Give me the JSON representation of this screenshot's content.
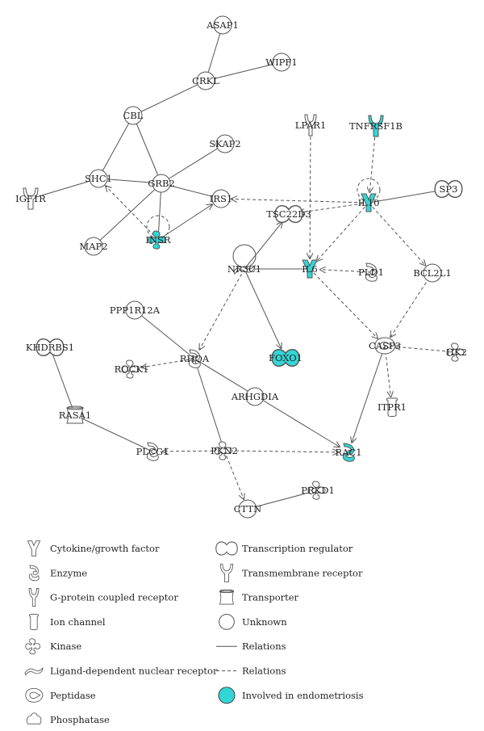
{
  "highlight_color": "#33d6d6",
  "nodes": [
    {
      "id": "ASAP1",
      "label": "ASAP1",
      "shape": "unknown",
      "hl": false
    },
    {
      "id": "WIPF1",
      "label": "WIPF1",
      "shape": "unknown",
      "hl": false
    },
    {
      "id": "CRKL",
      "label": "CRKL",
      "shape": "unknown",
      "hl": false
    },
    {
      "id": "CBL",
      "label": "CBL",
      "shape": "unknown",
      "hl": false
    },
    {
      "id": "SKAP2",
      "label": "SKAP2",
      "shape": "unknown",
      "hl": false
    },
    {
      "id": "LPAR1",
      "label": "LPAR1",
      "shape": "gpcr",
      "hl": false
    },
    {
      "id": "TNFRSF1B",
      "label": "TNFRSF1B",
      "shape": "transmembrane",
      "hl": true
    },
    {
      "id": "SHC1",
      "label": "SHC1",
      "shape": "unknown",
      "hl": false
    },
    {
      "id": "GRB2",
      "label": "GRB2",
      "shape": "unknown",
      "hl": false
    },
    {
      "id": "IGF1R",
      "label": "IGF1R",
      "shape": "transmembrane",
      "hl": false
    },
    {
      "id": "IRS1",
      "label": "IRS1",
      "shape": "unknown",
      "hl": false
    },
    {
      "id": "TSC22D3",
      "label": "TSC22D3",
      "shape": "transcription",
      "hl": false
    },
    {
      "id": "IL10",
      "label": "IL10",
      "shape": "cytokine",
      "hl": true
    },
    {
      "id": "SP3",
      "label": "SP3",
      "shape": "transcription",
      "hl": false
    },
    {
      "id": "MAP2",
      "label": "MAP2",
      "shape": "unknown",
      "hl": false
    },
    {
      "id": "INSR",
      "label": "INSR",
      "shape": "kinase",
      "hl": true
    },
    {
      "id": "NR3C1",
      "label": "NR3C1",
      "shape": "nuclear",
      "hl": false
    },
    {
      "id": "IL6",
      "label": "IL6",
      "shape": "cytokine",
      "hl": true
    },
    {
      "id": "PLD1",
      "label": "PLD1",
      "shape": "enzyme",
      "hl": false
    },
    {
      "id": "BCL2L1",
      "label": "BCL2L1",
      "shape": "unknown",
      "hl": false
    },
    {
      "id": "PPP1R12A",
      "label": "PPP1R12A",
      "shape": "unknown",
      "hl": false
    },
    {
      "id": "KHDRBS1",
      "label": "KHDRBS1",
      "shape": "transcription",
      "hl": false
    },
    {
      "id": "ROCK1",
      "label": "ROCK1",
      "shape": "kinase",
      "hl": false
    },
    {
      "id": "RHOA",
      "label": "RHOA",
      "shape": "enzyme",
      "hl": false
    },
    {
      "id": "FOXO1",
      "label": "FOXO1",
      "shape": "transcription",
      "hl": true
    },
    {
      "id": "CASP3",
      "label": "CASP3",
      "shape": "peptidase",
      "hl": false
    },
    {
      "id": "HK2",
      "label": "HK2",
      "shape": "kinase",
      "hl": false
    },
    {
      "id": "ARHGDIA",
      "label": "ARHGDIA",
      "shape": "unknown",
      "hl": false
    },
    {
      "id": "ITPR1",
      "label": "ITPR1",
      "shape": "ion",
      "hl": false
    },
    {
      "id": "RASA1",
      "label": "RASA1",
      "shape": "transporter",
      "hl": false
    },
    {
      "id": "PLCG1",
      "label": "PLCG1",
      "shape": "enzyme",
      "hl": false
    },
    {
      "id": "PKN2",
      "label": "PKN2",
      "shape": "kinase",
      "hl": false
    },
    {
      "id": "RAC1",
      "label": "RAC1",
      "shape": "enzyme",
      "hl": true
    },
    {
      "id": "PRKD1",
      "label": "PRKD1",
      "shape": "kinase",
      "hl": false
    },
    {
      "id": "CTTN",
      "label": "CTTN",
      "shape": "unknown",
      "hl": false
    }
  ],
  "edges": [
    {
      "from": "ASAP1",
      "to": "CRKL",
      "type": "solid",
      "arrow": false
    },
    {
      "from": "WIPF1",
      "to": "CRKL",
      "type": "solid",
      "arrow": false
    },
    {
      "from": "CRKL",
      "to": "CBL",
      "type": "solid",
      "arrow": false
    },
    {
      "from": "CBL",
      "to": "SHC1",
      "type": "solid",
      "arrow": false
    },
    {
      "from": "CBL",
      "to": "GRB2",
      "type": "solid",
      "arrow": false
    },
    {
      "from": "SKAP2",
      "to": "GRB2",
      "type": "solid",
      "arrow": false
    },
    {
      "from": "SHC1",
      "to": "GRB2",
      "type": "solid",
      "arrow": false
    },
    {
      "from": "IGF1R",
      "to": "SHC1",
      "type": "solid",
      "arrow": false
    },
    {
      "from": "GRB2",
      "to": "IRS1",
      "type": "solid",
      "arrow": false
    },
    {
      "from": "GRB2",
      "to": "MAP2",
      "type": "solid",
      "arrow": false
    },
    {
      "from": "GRB2",
      "to": "INSR",
      "type": "solid",
      "arrow": false
    },
    {
      "from": "INSR",
      "to": "SHC1",
      "type": "dashed",
      "arrow": true
    },
    {
      "from": "INSR",
      "to": "IRS1",
      "type": "solid",
      "arrow": true
    },
    {
      "from": "NR3C1",
      "to": "TSC22D3",
      "type": "solid",
      "arrow": true
    },
    {
      "from": "NR3C1",
      "to": "IL6",
      "type": "solid",
      "arrow": false
    },
    {
      "from": "NR3C1",
      "to": "FOXO1",
      "type": "solid",
      "arrow": true
    },
    {
      "from": "NR3C1",
      "to": "RHOA",
      "type": "dashed",
      "arrow": true
    },
    {
      "from": "LPAR1",
      "to": "IL6",
      "type": "dashed",
      "arrow": true
    },
    {
      "from": "TNFRSF1B",
      "to": "IL10",
      "type": "dashed",
      "arrow": true
    },
    {
      "from": "IL10",
      "to": "TSC22D3",
      "type": "dashed",
      "arrow": true
    },
    {
      "from": "IL10",
      "to": "IRS1",
      "type": "dashed",
      "arrow": true
    },
    {
      "from": "IL10",
      "to": "IL6",
      "type": "dashed",
      "arrow": true
    },
    {
      "from": "IL10",
      "to": "BCL2L1",
      "type": "dashed",
      "arrow": true
    },
    {
      "from": "SP3",
      "to": "IL10",
      "type": "solid",
      "arrow": false
    },
    {
      "from": "PLD1",
      "to": "IL6",
      "type": "dashed",
      "arrow": true
    },
    {
      "from": "IL6",
      "to": "CASP3",
      "type": "dashed",
      "arrow": true
    },
    {
      "from": "BCL2L1",
      "to": "CASP3",
      "type": "dashed",
      "arrow": true
    },
    {
      "from": "HK2",
      "to": "CASP3",
      "type": "dashed",
      "arrow": true
    },
    {
      "from": "CASP3",
      "to": "ITPR1",
      "type": "dashed",
      "arrow": true
    },
    {
      "from": "CASP3",
      "to": "RAC1",
      "type": "solid",
      "arrow": true
    },
    {
      "from": "PPP1R12A",
      "to": "RHOA",
      "type": "solid",
      "arrow": false
    },
    {
      "from": "RHOA",
      "to": "ROCK1",
      "type": "dashed",
      "arrow": true
    },
    {
      "from": "RHOA",
      "to": "PKN2",
      "type": "solid",
      "arrow": false
    },
    {
      "from": "RHOA",
      "to": "RAC1",
      "type": "solid",
      "arrow": true
    },
    {
      "from": "KHDRBS1",
      "to": "RASA1",
      "type": "solid",
      "arrow": false
    },
    {
      "from": "RASA1",
      "to": "PLCG1",
      "type": "solid",
      "arrow": false
    },
    {
      "from": "PKN2",
      "to": "PLCG1",
      "type": "dashed",
      "arrow": true
    },
    {
      "from": "PKN2",
      "to": "RAC1",
      "type": "dashed",
      "arrow": true
    },
    {
      "from": "PKN2",
      "to": "CTTN",
      "type": "dashed",
      "arrow": true
    },
    {
      "from": "PRKD1",
      "to": "CTTN",
      "type": "solid",
      "arrow": false
    }
  ],
  "self_loops": [
    "INSR",
    "IL10",
    "NR3C1"
  ],
  "legend": [
    {
      "label": "Cytokine/growth factor",
      "shape": "cytokine"
    },
    {
      "label": "Enzyme",
      "shape": "enzyme"
    },
    {
      "label": "G-protein coupled receptor",
      "shape": "gpcr"
    },
    {
      "label": "Ion channel",
      "shape": "ion"
    },
    {
      "label": "Kinase",
      "shape": "kinase"
    },
    {
      "label": "Ligand-dependent nuclear receptor",
      "shape": "nuclear"
    },
    {
      "label": "Peptidase",
      "shape": "peptidase"
    },
    {
      "label": "Phosphatase",
      "shape": "phosphatase"
    },
    {
      "label": "Transcription regulator",
      "shape": "transcription"
    },
    {
      "label": "Transmembrane receptor",
      "shape": "transmembrane"
    },
    {
      "label": "Transporter",
      "shape": "transporter"
    },
    {
      "label": "Unknown",
      "shape": "unknown"
    },
    {
      "label": "Relations",
      "shape": "solid-line"
    },
    {
      "label": "Relations",
      "shape": "dashed-line"
    },
    {
      "label": "Involved in endometriosis",
      "shape": "highlight"
    }
  ]
}
